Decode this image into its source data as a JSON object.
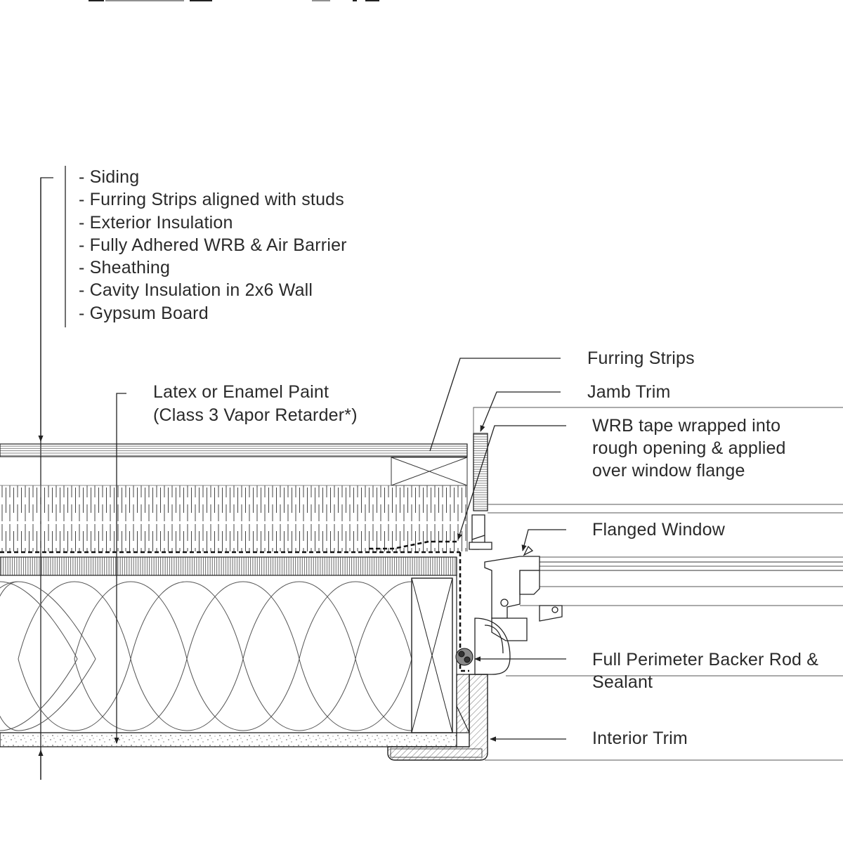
{
  "wall_assembly": {
    "layers": [
      "- Siding",
      "- Furring Strips aligned with studs",
      "- Exterior Insulation",
      "- Fully Adhered WRB & Air Barrier",
      "- Sheathing",
      "- Cavity Insulation in 2x6 Wall",
      "- Gypsum Board"
    ]
  },
  "callouts": {
    "paint_line1": "Latex or Enamel Paint",
    "paint_line2": "(Class 3 Vapor Retarder*)",
    "furring_strips": "Furring Strips",
    "jamb_trim": "Jamb Trim",
    "wrb_line1": "WRB tape wrapped into",
    "wrb_line2": "rough opening & applied",
    "wrb_line3": "over window flange",
    "flanged_window": "Flanged Window",
    "backer_line1": "Full Perimeter Backer Rod &",
    "backer_line2": "Sealant",
    "interior_trim": "Interior Trim"
  },
  "colors": {
    "line": "#2b2b2b",
    "background": "#ffffff"
  }
}
